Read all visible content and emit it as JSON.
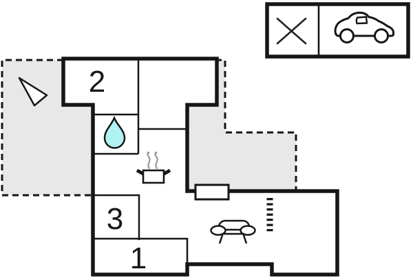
{
  "floorplan": {
    "room_labels": {
      "room_2": "2",
      "room_3": "3",
      "room_1": "1"
    },
    "icons": [
      "entrance-arrow-icon",
      "water-drop-icon",
      "steam-icon",
      "cooking-pot-icon",
      "window-symbol",
      "sofa-icon",
      "stair-divider-dashes"
    ],
    "colors": {
      "background": "#ffffff",
      "wall": "#161616",
      "terrace_fill": "#e8e8e8",
      "water_drop_fill": "#b0f1f2",
      "steam": "#999999",
      "icon_fill": "#ffffff"
    }
  },
  "legend": {
    "icons": [
      "cross-icon",
      "car-icon"
    ]
  }
}
